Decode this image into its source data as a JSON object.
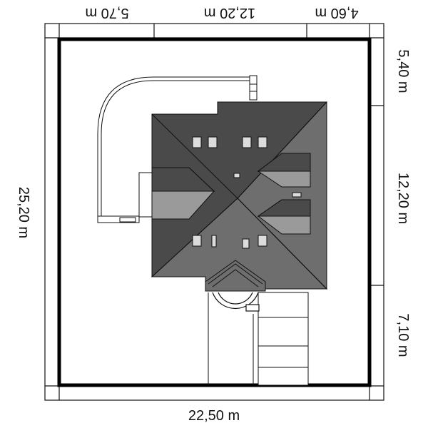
{
  "dimensions": {
    "top": [
      "5,70 m",
      "12,20 m",
      "4,60 m"
    ],
    "bottom": "22,50 m",
    "left": "25,20 m",
    "right": [
      "5,40 m",
      "12,20 m",
      "7,10 m"
    ]
  },
  "colors": {
    "roof_dark": "#4a4a4a",
    "roof_medium": "#6e6e6e",
    "roof_light": "#9a9a9a",
    "line": "#111111",
    "plot_border": "#000000"
  }
}
